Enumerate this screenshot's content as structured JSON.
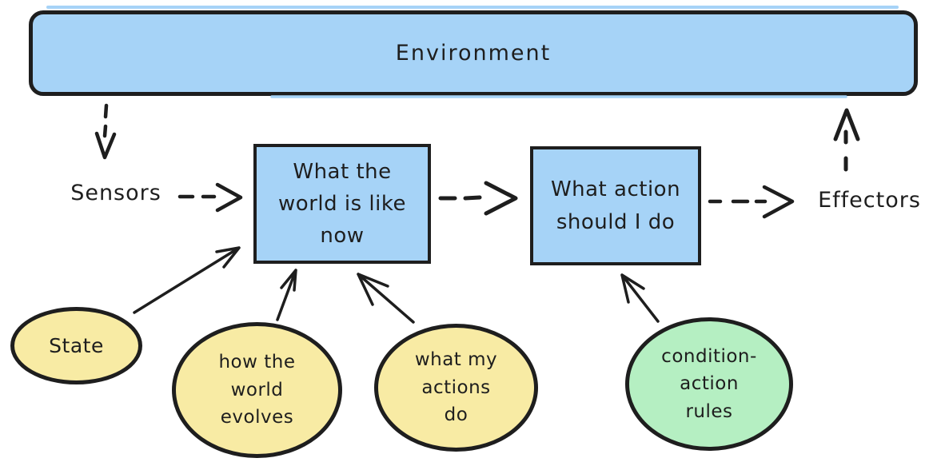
{
  "diagram": {
    "type": "agent-architecture",
    "colors": {
      "stroke": "#1e1e1e",
      "node_blue": "#a6d3f7",
      "note_yellow": "#f8eba4",
      "note_green": "#b5efc2",
      "background": "#ffffff"
    },
    "nodes": {
      "environment": {
        "label": "Environment"
      },
      "world_state": {
        "label": "What the\nworld is like\nnow"
      },
      "action_choice": {
        "label": "What action\nshould I do"
      }
    },
    "io_labels": {
      "sensors": "Sensors",
      "effectors": "Effectors"
    },
    "knowledge": {
      "state": {
        "label": "State"
      },
      "world_evolves": {
        "label": "how the\nworld\nevolves"
      },
      "actions_do": {
        "label": "what my\nactions\ndo"
      },
      "condition_action_rules": {
        "label": "condition-\naction\nrules"
      }
    },
    "edges": [
      {
        "from": "environment",
        "to": "sensors",
        "style": "dashed"
      },
      {
        "from": "sensors",
        "to": "world_state",
        "style": "dashed"
      },
      {
        "from": "world_state",
        "to": "action_choice",
        "style": "dashed"
      },
      {
        "from": "action_choice",
        "to": "effectors",
        "style": "dashed"
      },
      {
        "from": "effectors",
        "to": "environment",
        "style": "dashed"
      },
      {
        "from": "state",
        "to": "world_state",
        "style": "solid"
      },
      {
        "from": "world_evolves",
        "to": "world_state",
        "style": "solid"
      },
      {
        "from": "actions_do",
        "to": "world_state",
        "style": "solid"
      },
      {
        "from": "condition_action_rules",
        "to": "action_choice",
        "style": "solid"
      }
    ]
  }
}
